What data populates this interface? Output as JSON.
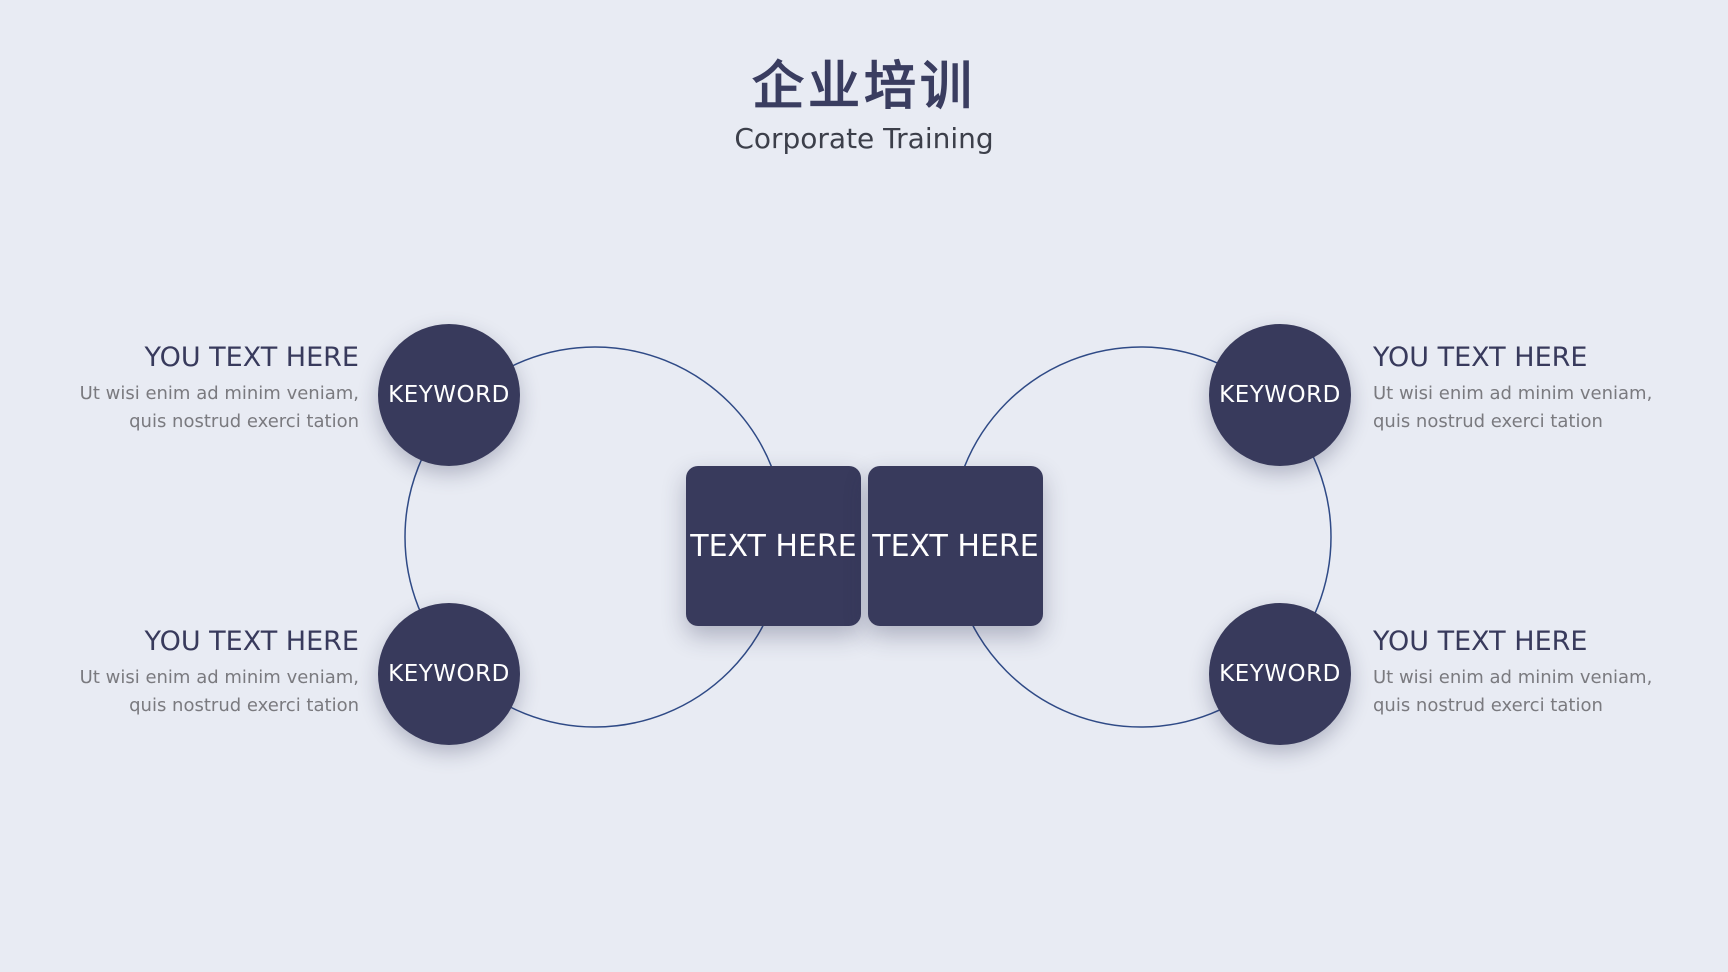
{
  "header": {
    "title": "企业培训",
    "subtitle": "Corporate Training"
  },
  "center": {
    "left_label": "TEXT HERE",
    "right_label": "TEXT HERE"
  },
  "keywords": {
    "top_left": "KEYWORD",
    "bottom_left": "KEYWORD",
    "top_right": "KEYWORD",
    "bottom_right": "KEYWORD"
  },
  "blocks": {
    "top_left": {
      "title": "YOU TEXT HERE",
      "body": "Ut wisi enim ad minim veniam, quis nostrud exerci tation"
    },
    "bottom_left": {
      "title": "YOU TEXT HERE",
      "body": "Ut wisi enim ad minim veniam, quis nostrud exerci tation"
    },
    "top_right": {
      "title": "YOU TEXT HERE",
      "body": "Ut wisi enim ad minim veniam, quis nostrud exerci tation"
    },
    "bottom_right": {
      "title": "YOU TEXT HERE",
      "body": "Ut wisi enim ad minim veniam, quis nostrud exerci tation"
    }
  },
  "colors": {
    "background": "#e8ebf3",
    "accent": "#383a5c",
    "ring": "#2f4a86",
    "body_text": "#7a7a7f"
  }
}
